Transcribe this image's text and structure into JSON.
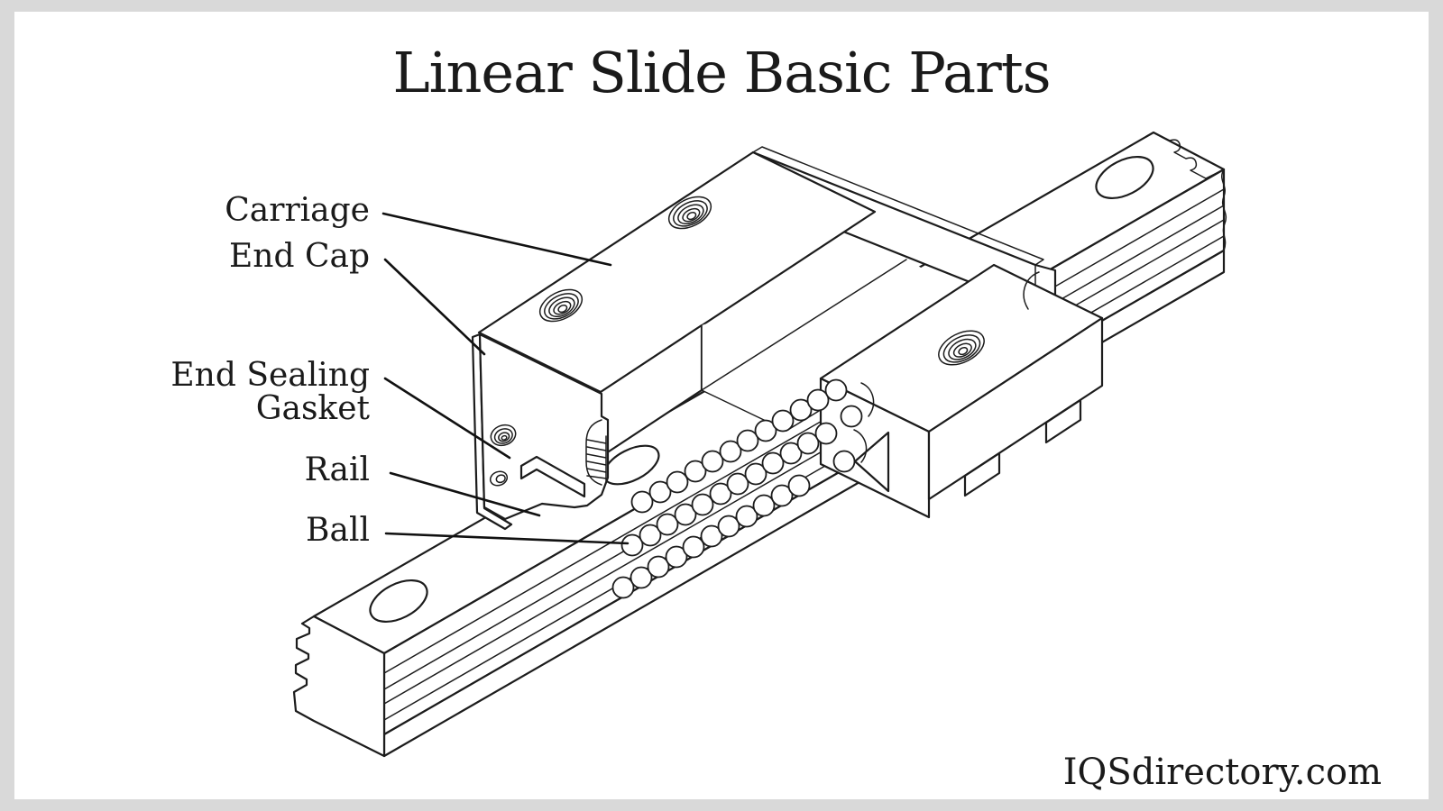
{
  "title": "Linear Slide Basic Parts",
  "watermark": "IQSdirectory.com",
  "diagram": {
    "labels": [
      {
        "id": "carriage",
        "text": "Carriage"
      },
      {
        "id": "end-cap",
        "text": "End Cap"
      },
      {
        "id": "end-sealing-gasket",
        "text": "End Sealing Gasket"
      },
      {
        "id": "rail",
        "text": "Rail"
      },
      {
        "id": "ball",
        "text": "Ball"
      }
    ],
    "colors": {
      "background": "#d9d9d9",
      "canvas": "#ffffff",
      "line": "#1c1c1c",
      "text": "#1a1a1a"
    }
  }
}
